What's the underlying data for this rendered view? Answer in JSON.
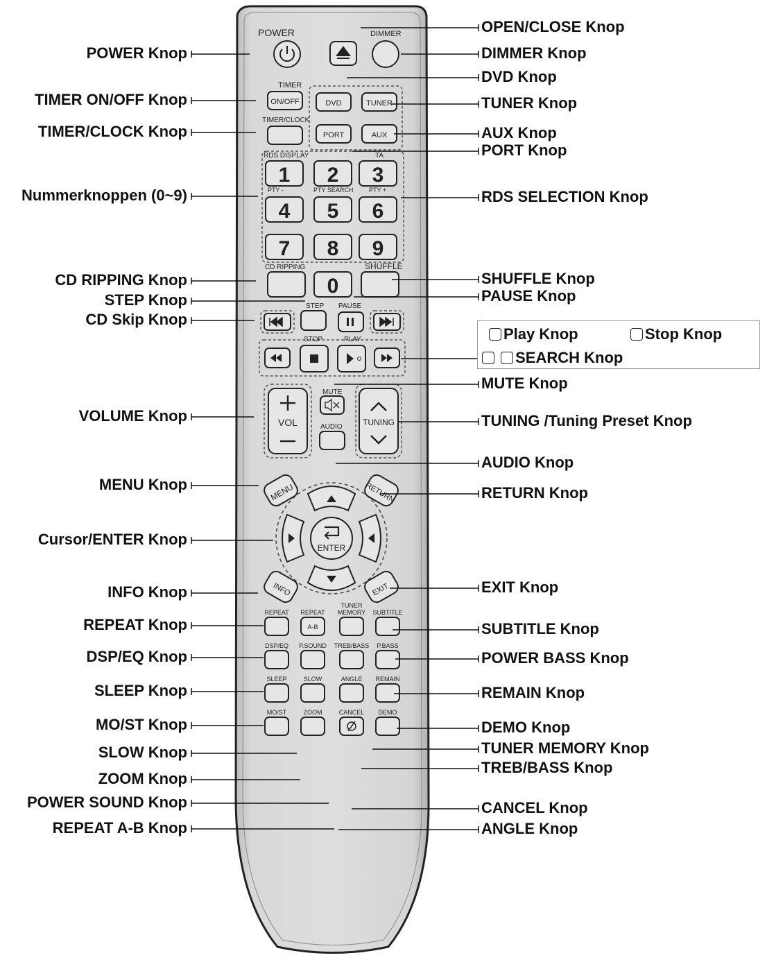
{
  "remote": {
    "buttons": {
      "power_label": "POWER",
      "dimmer_label": "DIMMER",
      "timer_label": "TIMER",
      "timer_onoff": "ON/OFF",
      "timer_clock": "TIMER/CLOCK",
      "dvd": "DVD",
      "tuner": "TUNER",
      "port": "PORT",
      "aux": "AUX",
      "rds_display": "RDS DISPLAY",
      "ta": "TA",
      "pty_minus": "PTY -",
      "pty_search": "PTY SEARCH",
      "pty_plus": "PTY +",
      "digits": [
        "1",
        "2",
        "3",
        "4",
        "5",
        "6",
        "7",
        "8",
        "9",
        "0"
      ],
      "cd_ripping": "CD RIPPING",
      "shuffle": "SHUFFLE",
      "step": "STEP",
      "pause": "PAUSE",
      "stop": "STOP",
      "play": "PLAY",
      "mute": "MUTE",
      "vol": "VOL",
      "tuning": "TUNING",
      "audio": "AUDIO",
      "menu": "MENU",
      "return": "RETURN",
      "enter": "ENTER",
      "info": "INFO",
      "exit": "EXIT",
      "repeat": "REPEAT",
      "repeat2": "REPEAT",
      "ab": "A-B",
      "tuner_memory_1": "TUNER",
      "tuner_memory_2": "MEMORY",
      "subtitle": "SUBTITLE",
      "dsp_eq": "DSP/EQ",
      "psound": "P.SOUND",
      "treb_bass": "TREB/BASS",
      "pbass": "P.BASS",
      "sleep": "SLEEP",
      "slow": "SLOW",
      "angle": "ANGLE",
      "remain": "REMAIN",
      "most": "MO/ST",
      "zoom": "ZOOM",
      "cancel": "CANCEL",
      "demo": "DEMO"
    }
  },
  "labels_left": [
    "POWER Knop",
    "TIMER ON/OFF Knop",
    "TIMER/CLOCK Knop",
    "Nummerknoppen (0~9)",
    "CD RIPPING Knop",
    "STEP Knop",
    "CD Skip Knop",
    "VOLUME Knop",
    "MENU Knop",
    "Cursor/ENTER Knop",
    "INFO Knop",
    "REPEAT Knop",
    "DSP/EQ Knop",
    "SLEEP Knop",
    "MO/ST Knop",
    "SLOW Knop",
    "ZOOM Knop",
    "POWER SOUND Knop",
    "REPEAT A-B Knop"
  ],
  "labels_right": [
    "OPEN/CLOSE Knop",
    "DIMMER Knop",
    "DVD Knop",
    "TUNER Knop",
    "AUX Knop",
    "PORT Knop",
    "RDS SELECTION Knop",
    "SHUFFLE Knop",
    "PAUSE Knop",
    "SEARCH Knop",
    "MUTE Knop",
    "TUNING /Tuning Preset Knop",
    "AUDIO Knop",
    "RETURN Knop",
    "EXIT  Knop",
    "SUBTITLE Knop",
    "POWER BASS Knop",
    "REMAIN Knop",
    "DEMO Knop",
    "TUNER MEMORY Knop",
    " TREB/BASS Knop",
    "CANCEL Knop",
    "ANGLE Knop"
  ],
  "legend": {
    "play": "Play Knop",
    "stop": "Stop Knop"
  }
}
